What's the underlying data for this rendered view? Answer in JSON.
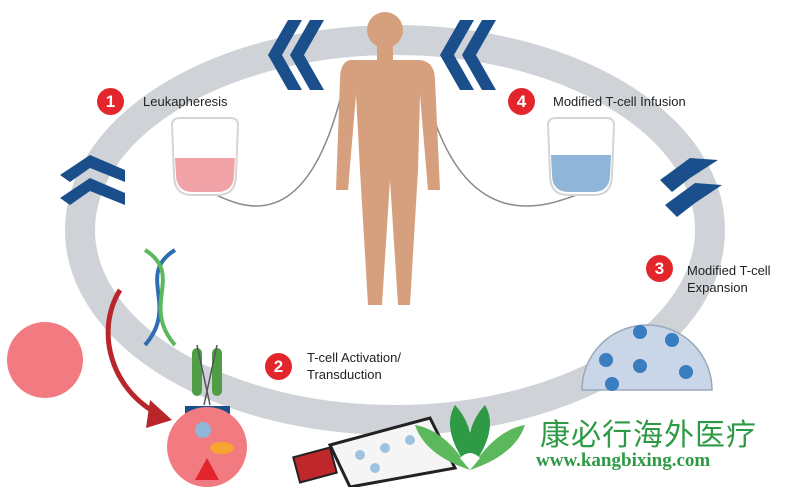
{
  "steps": [
    {
      "num": "1",
      "label": "Leukapheresis"
    },
    {
      "num": "2",
      "label_line1": "T-cell Activation/",
      "label_line2": "Transduction"
    },
    {
      "num": "3",
      "label_line1": "Modified T-cell",
      "label_line2": "Expansion"
    },
    {
      "num": "4",
      "label": "Modified T-cell Infusion"
    }
  ],
  "brand": {
    "name_cn": "康必行海外医疗",
    "url": "www.kangbixing.com"
  },
  "colors": {
    "cycle_ring": "#cfd3d8",
    "chevron": "#1b4f8c",
    "step_badge": "#e3262c",
    "body": "#d6a07e",
    "bag_red": "#f2a3a8",
    "bag_blue": "#8fb6d8",
    "brand_green": "#2e9a45"
  }
}
